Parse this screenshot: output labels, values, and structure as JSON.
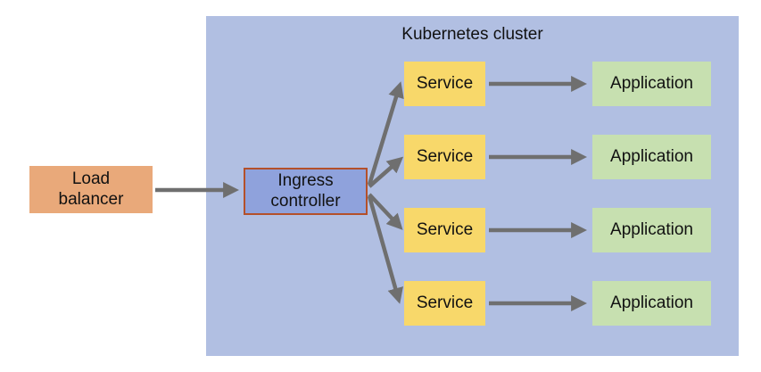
{
  "diagram": {
    "cluster_label": "Kubernetes cluster",
    "load_balancer_label": "Load\nbalancer",
    "ingress_label": "Ingress\ncontroller",
    "service_label": "Service",
    "application_label": "Application",
    "colors": {
      "cluster_bg": "#b1bfe2",
      "load_balancer": "#e9a97a",
      "ingress": "#8fa2dc",
      "ingress_border": "#b4502a",
      "service": "#f8d86a",
      "application": "#c7e0b0",
      "arrow": "#6f6f6f"
    }
  }
}
